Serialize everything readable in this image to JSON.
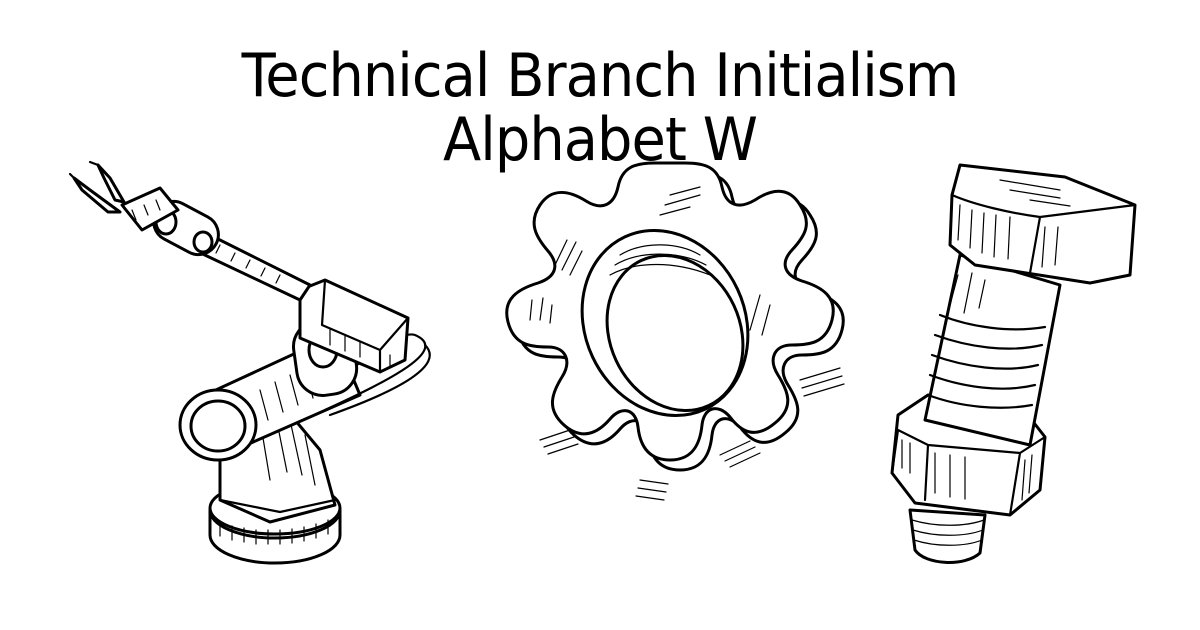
{
  "title": {
    "line1": "Technical Branch Initialism",
    "line2": "Alphabet W"
  },
  "illustrations": [
    {
      "name": "robotic-arm",
      "style": "black line-art sketch"
    },
    {
      "name": "gear",
      "style": "black line-art sketch"
    },
    {
      "name": "bolt-and-nut",
      "style": "black line-art sketch"
    }
  ],
  "colors": {
    "background": "#ffffff",
    "ink": "#000000"
  }
}
